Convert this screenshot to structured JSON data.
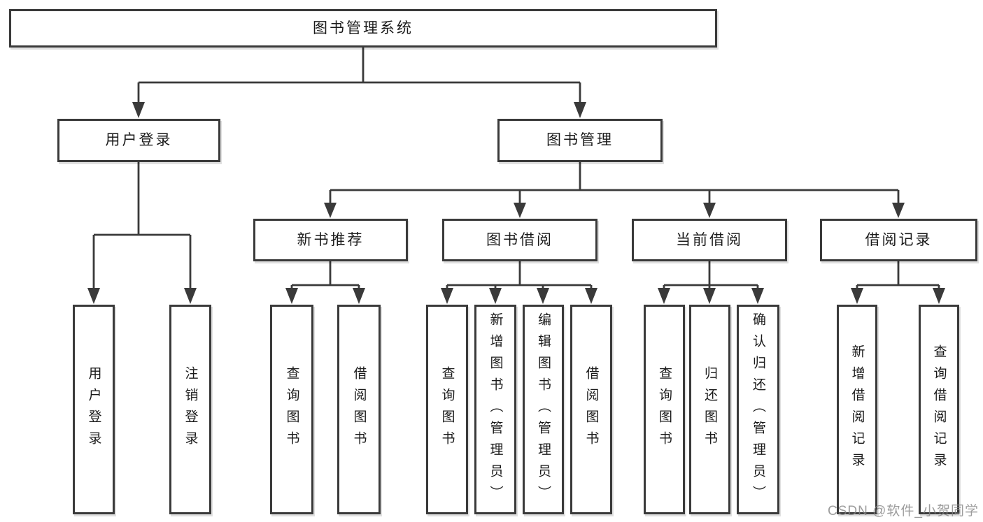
{
  "diagram": {
    "root": {
      "label": "图书管理系统",
      "children": [
        {
          "label": "用户登录",
          "children": [
            {
              "label": "用户登录"
            },
            {
              "label": "注销登录"
            }
          ]
        },
        {
          "label": "图书管理",
          "children": [
            {
              "label": "新书推荐",
              "children": [
                {
                  "label": "查询图书"
                },
                {
                  "label": "借阅图书"
                }
              ]
            },
            {
              "label": "图书借阅",
              "children": [
                {
                  "label": "查询图书"
                },
                {
                  "label": "新增图书（管理员）"
                },
                {
                  "label": "编辑图书（管理员）"
                },
                {
                  "label": "借阅图书"
                }
              ]
            },
            {
              "label": "当前借阅",
              "children": [
                {
                  "label": "查询图书"
                },
                {
                  "label": "归还图书"
                },
                {
                  "label": "确认归还（管理员）"
                }
              ]
            },
            {
              "label": "借阅记录",
              "children": [
                {
                  "label": "新增借阅记录"
                },
                {
                  "label": "查询借阅记录"
                }
              ]
            }
          ]
        }
      ]
    }
  },
  "watermark": {
    "text": "CSDN @软件_小贺同学"
  },
  "colors": {
    "line": "#3a3a3a",
    "node_border": "#3a3a3a",
    "node_fill": "#ffffff",
    "label_text": "#1a1a1a",
    "watermark_text": "#868686",
    "canvas_background": "#ffffff"
  }
}
